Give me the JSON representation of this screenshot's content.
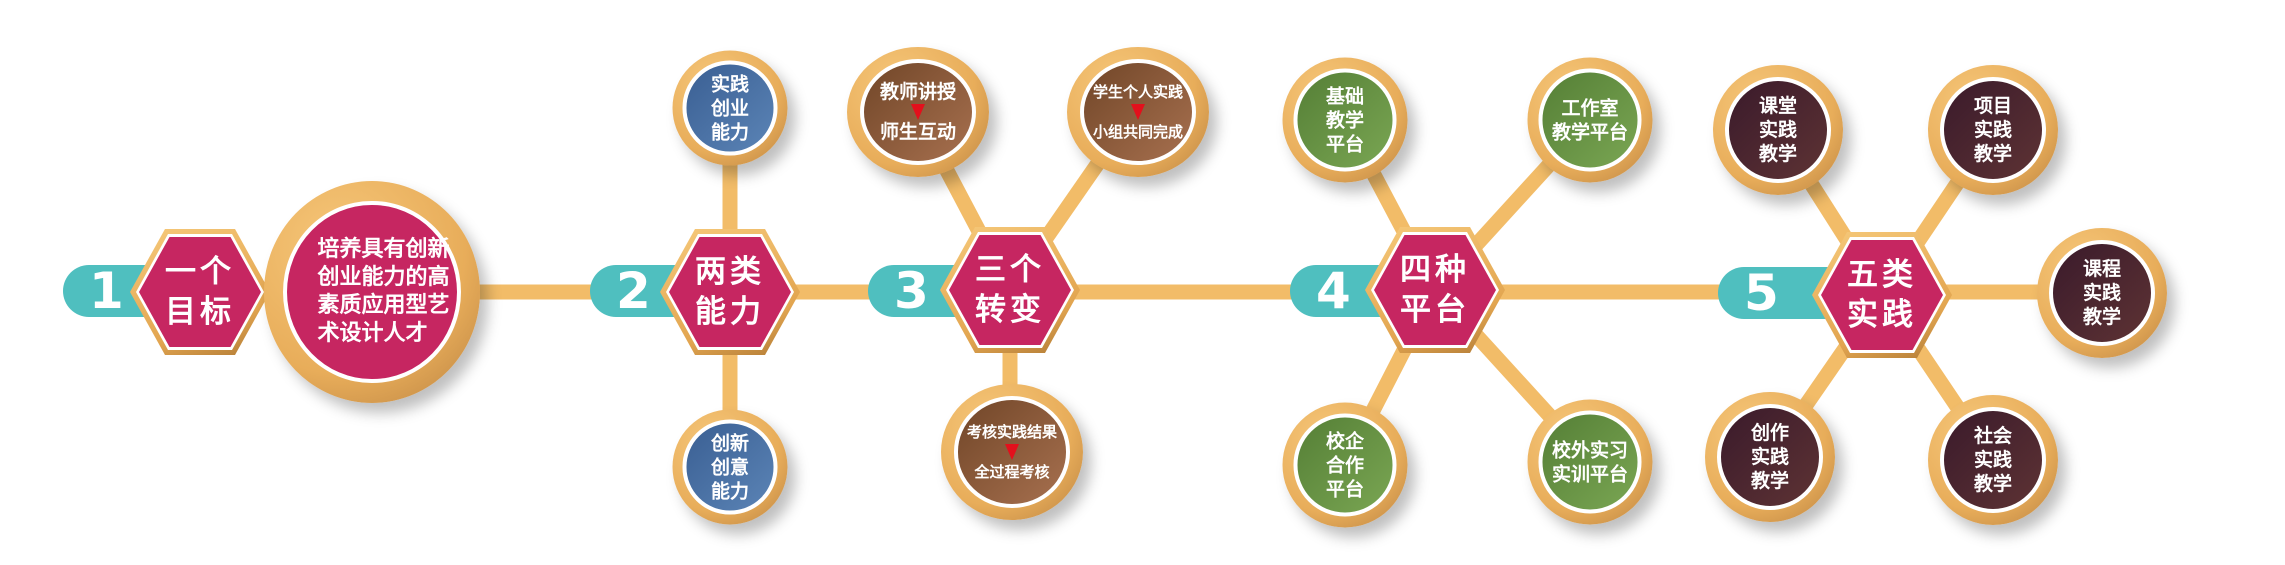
{
  "colors": {
    "accent": "#c62661",
    "gold": "#f2bc68",
    "teal": "#4fbfbf",
    "blue": "#4a6fa3",
    "green": "#6b9a47",
    "brown": "#8a5a3e",
    "maroon": "#4a2330",
    "arrow": "#e3101c"
  },
  "steps": [
    {
      "number": "1",
      "title": [
        "一个",
        "目标"
      ],
      "goal": [
        "培养具有创新",
        "创业能力的高",
        "素质应用型艺",
        "术设计人才"
      ]
    },
    {
      "number": "2",
      "title": [
        "两类",
        "能力"
      ],
      "items": [
        [
          "实践",
          "创业",
          "能力"
        ],
        [
          "创新",
          "创意",
          "能力"
        ]
      ]
    },
    {
      "number": "3",
      "title": [
        "三个",
        "转变"
      ],
      "items": [
        {
          "from": "教师讲授",
          "to": "师生互动"
        },
        {
          "from": "学生个人实践",
          "to": "小组共同完成"
        },
        {
          "from": "考核实践结果",
          "to": "全过程考核"
        }
      ]
    },
    {
      "number": "4",
      "title": [
        "四种",
        "平台"
      ],
      "items": [
        [
          "基础",
          "教学",
          "平台"
        ],
        [
          "工作室",
          "教学平台"
        ],
        [
          "校企",
          "合作",
          "平台"
        ],
        [
          "校外实习",
          "实训平台"
        ]
      ]
    },
    {
      "number": "5",
      "title": [
        "五类",
        "实践"
      ],
      "items": [
        [
          "课堂",
          "实践",
          "教学"
        ],
        [
          "项目",
          "实践",
          "教学"
        ],
        [
          "课程",
          "实践",
          "教学"
        ],
        [
          "创作",
          "实践",
          "教学"
        ],
        [
          "社会",
          "实践",
          "教学"
        ]
      ]
    }
  ]
}
